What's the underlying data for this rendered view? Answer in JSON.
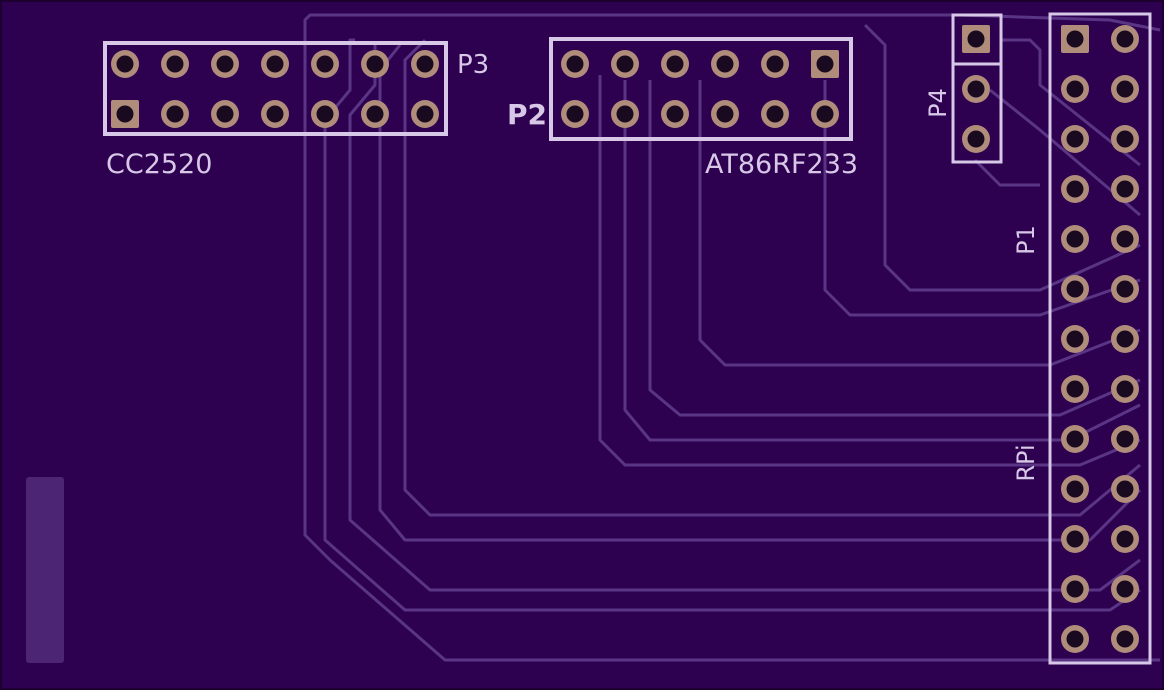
{
  "board": {
    "colors": {
      "substrate": "#2d0050",
      "edge": "#1b0030",
      "trace": "#5a3585",
      "silkscreen": "#d8c8e8",
      "pad": "#b08c7a",
      "hole": "#1a0a20"
    }
  },
  "connectors": {
    "p3": {
      "ref": "P3",
      "value": "CC2520",
      "pins": 14,
      "rows": 2,
      "cols": 7
    },
    "p2": {
      "ref": "P2",
      "value": "AT86RF233",
      "pins": 12,
      "rows": 2,
      "cols": 6
    },
    "p4": {
      "ref": "P4",
      "pins": 3,
      "rows": 3,
      "cols": 1
    },
    "p1": {
      "ref": "P1",
      "value": "RPi",
      "pins": 26,
      "rows": 13,
      "cols": 2
    }
  }
}
